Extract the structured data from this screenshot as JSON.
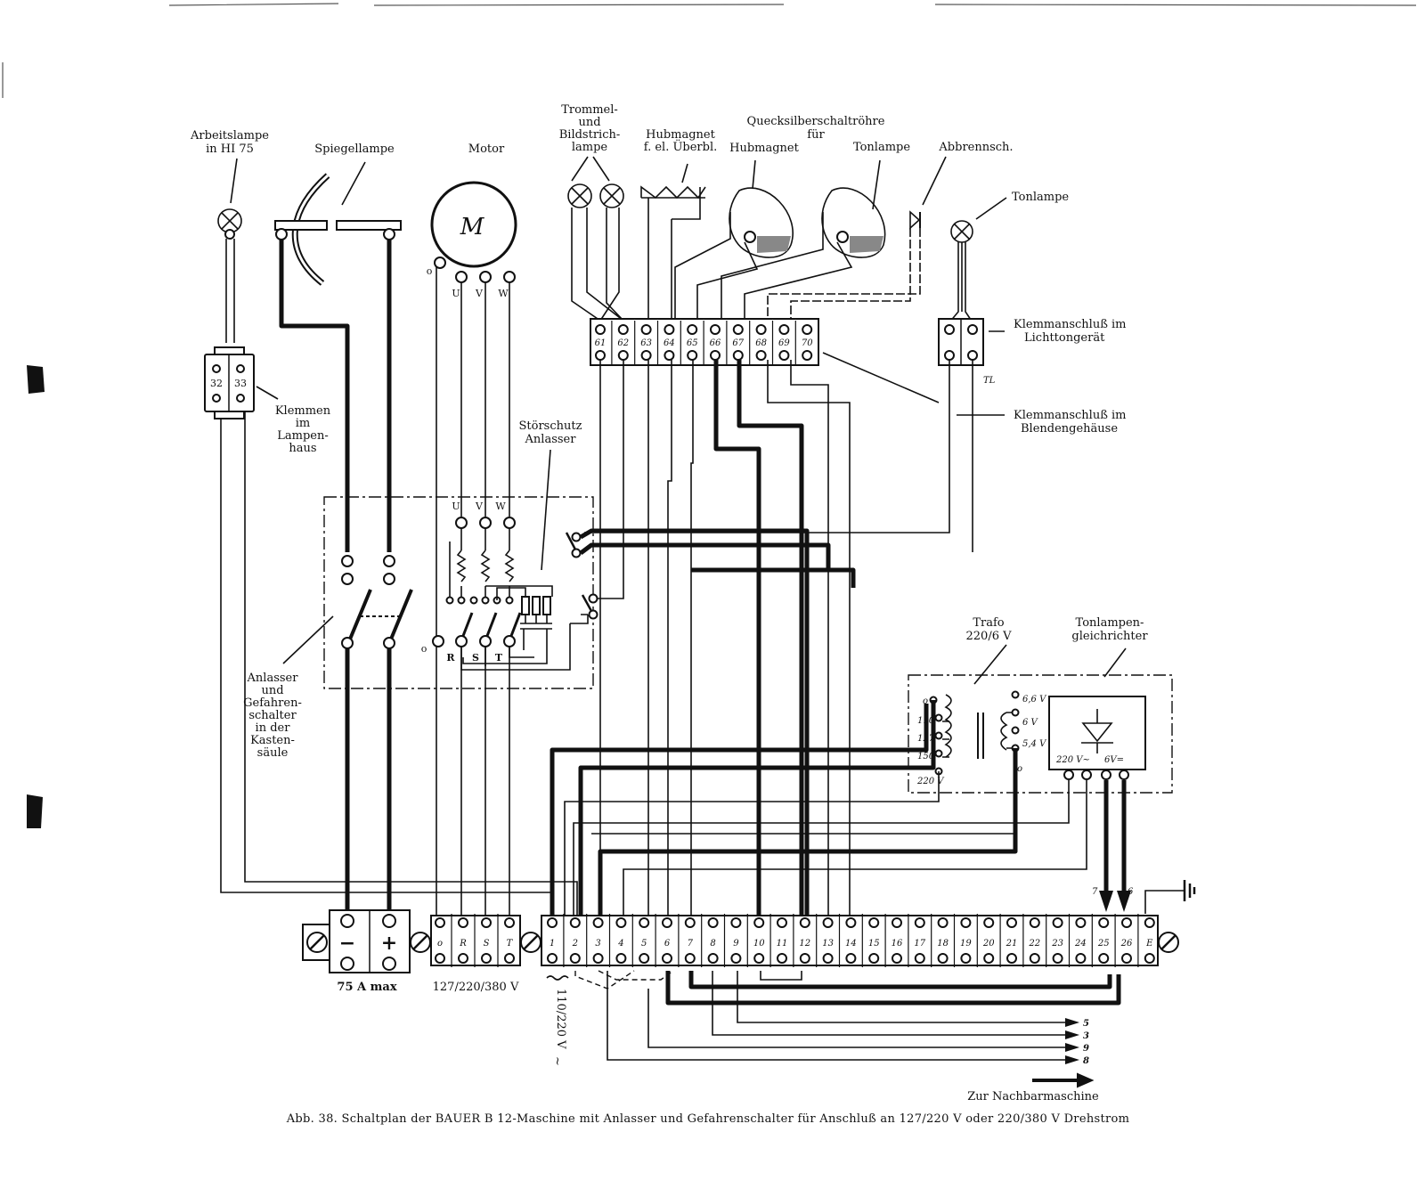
{
  "labels": {
    "arbeitslampe": [
      "Arbeitslampe",
      "in HI 75"
    ],
    "spiegellampe": "Spiegellampe",
    "motor": "Motor",
    "motor_symbol": "M",
    "motor_pins": [
      "o",
      "U",
      "V",
      "W"
    ],
    "trommel": [
      "Trommel-",
      "und",
      "Bildstrich-",
      "lampe"
    ],
    "hubmagnet_ueberbl": [
      "Hubmagnet",
      "f. el. Überbl."
    ],
    "quecksilber": [
      "Quecksilberschaltröhre",
      "für",
      "Hubmagnet"
    ],
    "tonlampe_top": "Tonlampe",
    "abbrennsch": "Abbrennsch.",
    "tonlampe_right": "Tonlampe",
    "klemmanschluss_licht": [
      "Klemmanschluß im",
      "Lichttongerät"
    ],
    "klemmanschluss_blende": [
      "Klemmanschluß im",
      "Blendengehäuse"
    ],
    "tl": "TL",
    "klemmen_lampenhaus": [
      "Klemmen",
      "im",
      "Lampen-",
      "haus"
    ],
    "stoerschutz": [
      "Störschutz",
      "Anlasser"
    ],
    "anlasser_gefahren": [
      "Anlasser",
      "und",
      "Gefahren-",
      "schalter",
      "in der",
      "Kasten-",
      "säule"
    ],
    "trafo": [
      "Trafo",
      "220/6 V"
    ],
    "tonlampen_gleichrichter": [
      "Tonlampen-",
      "gleichrichter"
    ],
    "trafo_taps_primary": [
      "o",
      "110",
      "127",
      "150",
      "220 V"
    ],
    "trafo_taps_secondary": [
      "6,6 V",
      "6 V",
      "5,4 V",
      "o"
    ],
    "rectifier_labels": [
      "220 V~",
      "6V="
    ],
    "starter_pins": [
      "U",
      "V",
      "W"
    ],
    "starter_bottom_pins": [
      "o",
      "R",
      "S",
      "T"
    ],
    "rail_amp": "75 A max",
    "rail_voltage": "127/220/380 V",
    "vertical_voltage": "110/220 V",
    "tilde": "~",
    "arrow_marks": [
      "7",
      "6"
    ],
    "nachbar_numbers": [
      "5",
      "3",
      "9",
      "8"
    ],
    "zur_nachbarmaschine": "Zur Nachbarmaschine"
  },
  "terminals": {
    "lamp_house": [
      "32",
      "33"
    ],
    "blende": [
      "61",
      "62",
      "63",
      "64",
      "65",
      "66",
      "67",
      "68",
      "69",
      "70"
    ],
    "power": [
      "−",
      "+"
    ],
    "mains": [
      "o",
      "R",
      "S",
      "T"
    ],
    "main_rail": [
      "1",
      "2",
      "3",
      "4",
      "5",
      "6",
      "7",
      "8",
      "9",
      "10",
      "11",
      "12",
      "13",
      "14",
      "15",
      "16",
      "17",
      "18",
      "19",
      "20",
      "21",
      "22",
      "23",
      "24",
      "25",
      "26",
      "E"
    ]
  },
  "caption": "Abb. 38. Schaltplan der BAUER B 12-Maschine mit Anlasser und Gefahrenschalter für Anschluß an 127/220 V oder 220/380 V Drehstrom"
}
